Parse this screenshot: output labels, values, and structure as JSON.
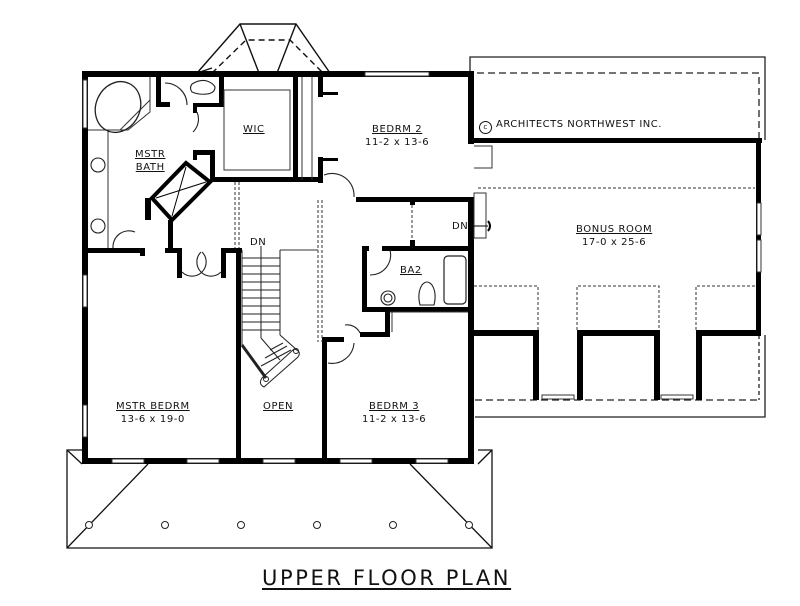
{
  "title": "UPPER FLOOR PLAN",
  "copyright": {
    "symbol": "c",
    "text": "ARCHITECTS NORTHWEST INC."
  },
  "rooms": [
    {
      "id": "mstr-bath",
      "name": "MSTR",
      "name2": "BATH",
      "dimensions": ""
    },
    {
      "id": "wic",
      "name": "WIC",
      "dimensions": ""
    },
    {
      "id": "bedrm-2",
      "name": "BEDRM 2",
      "dimensions": "11-2 x 13-6"
    },
    {
      "id": "bonus-room",
      "name": "BONUS ROOM",
      "dimensions": "17-0 x 25-6"
    },
    {
      "id": "ba2",
      "name": "BA2",
      "dimensions": ""
    },
    {
      "id": "mstr-bedrm",
      "name": "MSTR BEDRM",
      "dimensions": "13-6 x 19-0"
    },
    {
      "id": "open",
      "name": "OPEN",
      "dimensions": ""
    },
    {
      "id": "bedrm-3",
      "name": "BEDRM 3",
      "dimensions": "11-2 x 13-6"
    }
  ],
  "annotations": {
    "stair_down": "DN",
    "bonus_stair_down": "DN"
  },
  "colors": {
    "wall": "#000000",
    "line": "#222222",
    "background": "#ffffff"
  }
}
